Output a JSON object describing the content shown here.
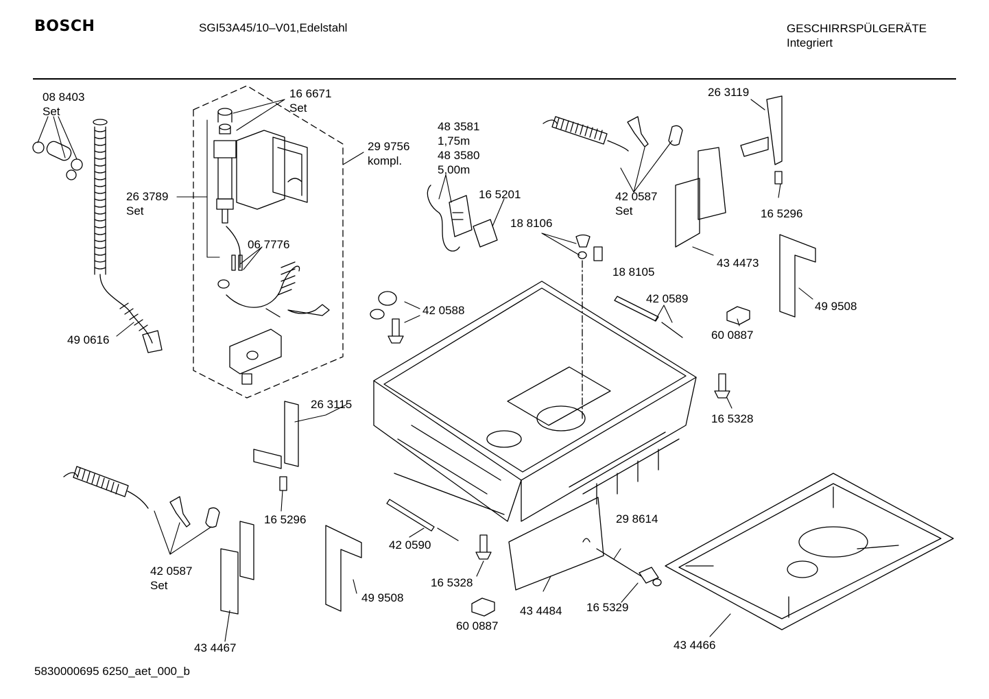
{
  "header": {
    "brand": "BOSCH",
    "model": "SGI53A45/10–V01,Edelstahl",
    "category": "GESCHIRRSPÜLGERÄTE",
    "subcategory": "Integriert"
  },
  "footer": {
    "doc_id": "5830000695 6250_aet_000_b"
  },
  "parts": [
    {
      "id": "p-088403",
      "number": "08 8403",
      "note": "Set"
    },
    {
      "id": "p-166671",
      "number": "16 6671",
      "note": "Set"
    },
    {
      "id": "p-299756",
      "number": "29 9756",
      "note": "kompl."
    },
    {
      "id": "p-263789",
      "number": "26 3789",
      "note": "Set"
    },
    {
      "id": "p-067776",
      "number": "06 7776",
      "note": ""
    },
    {
      "id": "p-490616",
      "number": "49 0616",
      "note": ""
    },
    {
      "id": "p-483581",
      "number": "48 3581",
      "note": "1,75m"
    },
    {
      "id": "p-483580",
      "number": "48 3580",
      "note": "5,00m"
    },
    {
      "id": "p-165201",
      "number": "16 5201",
      "note": ""
    },
    {
      "id": "p-188106",
      "number": "18 8106",
      "note": ""
    },
    {
      "id": "p-188105",
      "number": "18 8105",
      "note": ""
    },
    {
      "id": "p-420587a",
      "number": "42 0587",
      "note": "Set"
    },
    {
      "id": "p-263119",
      "number": "26 3119",
      "note": ""
    },
    {
      "id": "p-165296a",
      "number": "16 5296",
      "note": ""
    },
    {
      "id": "p-434473",
      "number": "43 4473",
      "note": ""
    },
    {
      "id": "p-499508a",
      "number": "49 9508",
      "note": ""
    },
    {
      "id": "p-420588",
      "number": "42 0588",
      "note": ""
    },
    {
      "id": "p-420589",
      "number": "42 0589",
      "note": ""
    },
    {
      "id": "p-600887a",
      "number": "60 0887",
      "note": ""
    },
    {
      "id": "p-165328a",
      "number": "16 5328",
      "note": ""
    },
    {
      "id": "p-263115",
      "number": "26 3115",
      "note": ""
    },
    {
      "id": "p-165296b",
      "number": "16 5296",
      "note": ""
    },
    {
      "id": "p-420587b",
      "number": "42 0587",
      "note": "Set"
    },
    {
      "id": "p-434467",
      "number": "43 4467",
      "note": ""
    },
    {
      "id": "p-499508b",
      "number": "49 9508",
      "note": ""
    },
    {
      "id": "p-420590",
      "number": "42 0590",
      "note": ""
    },
    {
      "id": "p-165328b",
      "number": "16 5328",
      "note": ""
    },
    {
      "id": "p-600887b",
      "number": "60 0887",
      "note": ""
    },
    {
      "id": "p-434484",
      "number": "43 4484",
      "note": ""
    },
    {
      "id": "p-298614",
      "number": "29 8614",
      "note": ""
    },
    {
      "id": "p-165329",
      "number": "16 5329",
      "note": ""
    },
    {
      "id": "p-434466",
      "number": "43 4466",
      "note": ""
    }
  ]
}
